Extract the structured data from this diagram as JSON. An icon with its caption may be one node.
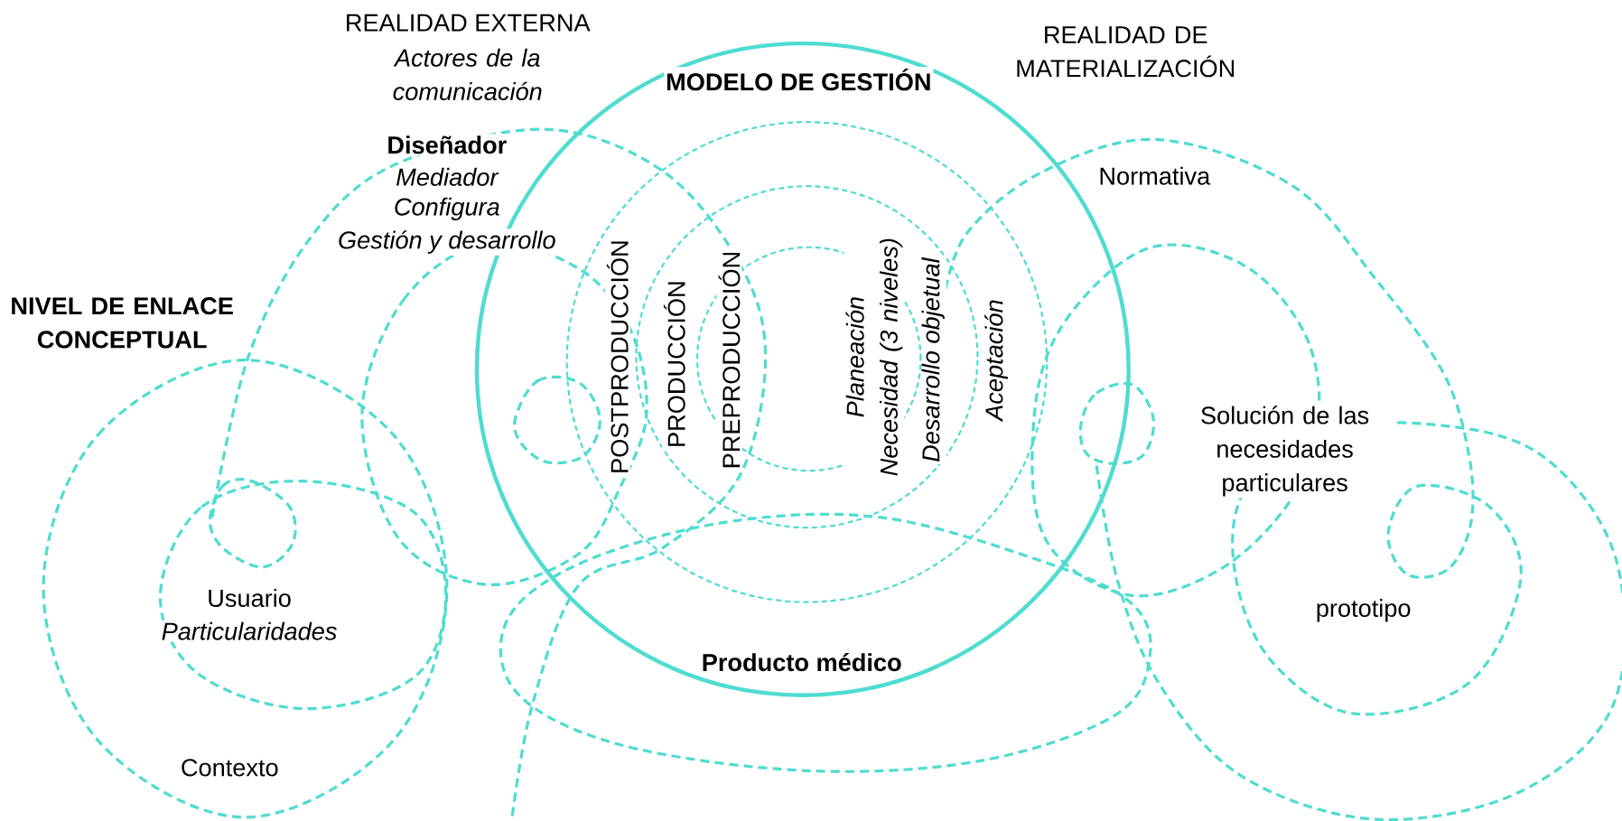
{
  "diagram": {
    "nodes": [
      {
        "text": [
          "MODELO DE GESTIÓN",
          "Producto médico"
        ]
      },
      {
        "text": [
          "POSTPRODUCCIÓN",
          "Aceptación"
        ],
        "in": 0
      },
      {
        "text": [
          "PRODUCCIÓN",
          "Desarrollo objetual"
        ],
        "in": 1
      },
      {
        "text": [
          "PREPRODUCCIÓN",
          "Planeación Necesidad (3 niveles)"
        ],
        "in": 2
      }
    ],
    "labels": [
      "REALIDAD EXTERNA",
      "Actores de la comunicación",
      "Diseñador",
      "Mediador",
      "Configura",
      "Gestión y desarrollo",
      "REALIDAD DE MATERIALIZACIÓN",
      "NIVEL DE ENLACE CONCEPTUAL",
      "Normativa",
      "Solución de las necesidades particulares",
      "Usuario",
      "Particularidades",
      "prototipo",
      "Contexto"
    ]
  }
}
